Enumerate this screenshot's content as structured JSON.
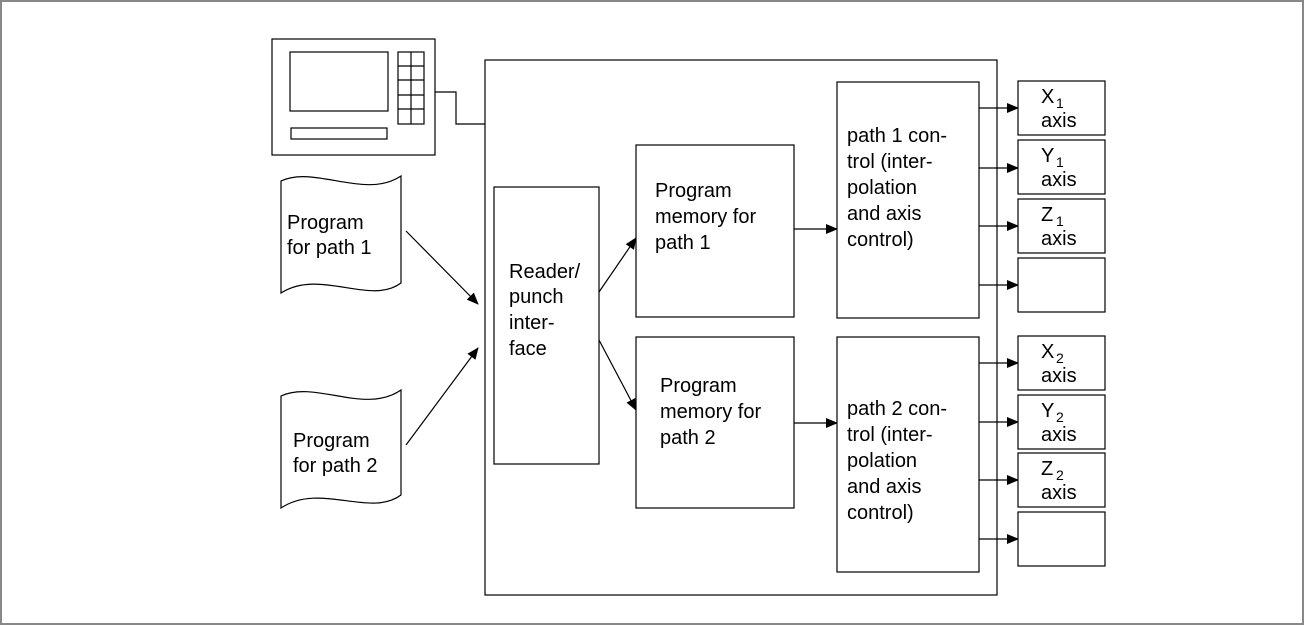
{
  "program_path1": {
    "line1": "Program",
    "line2": "for path 1"
  },
  "program_path2": {
    "line1": "Program",
    "line2": "for path 2"
  },
  "reader_punch": {
    "line1": "Reader/",
    "line2": "punch",
    "line3": "inter-",
    "line4": "face"
  },
  "memory_path1": {
    "line1": "Program",
    "line2": "memory for",
    "line3": "path 1"
  },
  "memory_path2": {
    "line1": "Program",
    "line2": "memory for",
    "line3": "path 2"
  },
  "control_path1": {
    "line1": "path 1 con-",
    "line2": "trol (inter-",
    "line3": "polation",
    "line4": "and axis",
    "line5": "control)"
  },
  "control_path2": {
    "line1": "path 2 con-",
    "line2": "trol (inter-",
    "line3": "polation",
    "line4": "and axis",
    "line5": "control)"
  },
  "axes_path1": [
    {
      "letter": "X",
      "sub": "1",
      "word": "axis"
    },
    {
      "letter": "Y",
      "sub": "1",
      "word": "axis"
    },
    {
      "letter": "Z",
      "sub": "1",
      "word": "axis"
    }
  ],
  "axes_path2": [
    {
      "letter": "X",
      "sub": "2",
      "word": "axis"
    },
    {
      "letter": "Y",
      "sub": "2",
      "word": "axis"
    },
    {
      "letter": "Z",
      "sub": "2",
      "word": "axis"
    }
  ]
}
